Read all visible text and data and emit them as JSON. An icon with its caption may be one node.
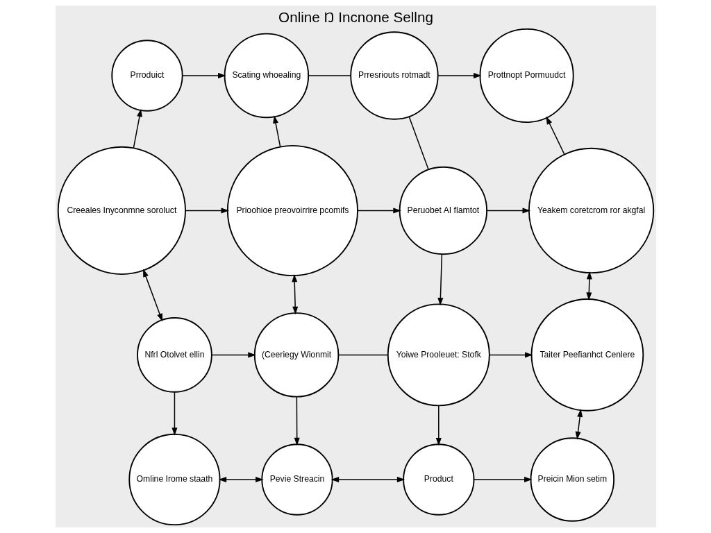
{
  "diagram": {
    "title": "Online Ŋ Incnone Sellng",
    "nodes": [
      {
        "text": [
          "Prroduict"
        ]
      },
      {
        "text": [
          "Scating whoealing"
        ]
      },
      {
        "text": [
          "Prresriouts rotmadt"
        ]
      },
      {
        "text": [
          "Prottnopt Pormuudct"
        ]
      },
      {
        "text": [
          "Creeales Inyconmne soroluct"
        ]
      },
      {
        "text": [
          "Prioohioe preovoirrire pcomifs"
        ]
      },
      {
        "text": [
          "Peruobet AI flamtot"
        ]
      },
      {
        "text": [
          "Yeakem coretcrom ror akgfal"
        ]
      },
      {
        "text": [
          "Nfrl Otolvet ellin"
        ]
      },
      {
        "text": [
          "(Ceeriegy Wionmit"
        ]
      },
      {
        "text": [
          "Yoiwe Prooleuet: Stofk"
        ]
      },
      {
        "text": [
          "Taiter Peefianhct Cenlere"
        ]
      },
      {
        "text": [
          "Omline Irome staath"
        ]
      },
      {
        "text": [
          "Pevie Streacin"
        ]
      },
      {
        "text": [
          "Product"
        ]
      },
      {
        "text": [
          "Preicin Mion setim"
        ]
      }
    ],
    "edges": [
      {
        "from": 0,
        "to": 1,
        "arrow": "to"
      },
      {
        "from": 1,
        "to": 2,
        "arrow": "none"
      },
      {
        "from": 2,
        "to": 3,
        "arrow": "to"
      },
      {
        "from": 4,
        "to": 0,
        "arrow": "to"
      },
      {
        "from": 5,
        "to": 1,
        "arrow": "to"
      },
      {
        "from": 6,
        "to": 2,
        "arrow": "none"
      },
      {
        "from": 7,
        "to": 3,
        "arrow": "to"
      },
      {
        "from": 4,
        "to": 5,
        "arrow": "to"
      },
      {
        "from": 5,
        "to": 6,
        "arrow": "to"
      },
      {
        "from": 6,
        "to": 7,
        "arrow": "to"
      },
      {
        "from": 4,
        "to": 8,
        "arrow": "both"
      },
      {
        "from": 5,
        "to": 9,
        "arrow": "both"
      },
      {
        "from": 6,
        "to": 10,
        "arrow": "to"
      },
      {
        "from": 7,
        "to": 11,
        "arrow": "both"
      },
      {
        "from": 8,
        "to": 9,
        "arrow": "to"
      },
      {
        "from": 9,
        "to": 10,
        "arrow": "none"
      },
      {
        "from": 10,
        "to": 11,
        "arrow": "to"
      },
      {
        "from": 8,
        "to": 12,
        "arrow": "to"
      },
      {
        "from": 9,
        "to": 13,
        "arrow": "to"
      },
      {
        "from": 10,
        "to": 14,
        "arrow": "to"
      },
      {
        "from": 11,
        "to": 15,
        "arrow": "both"
      },
      {
        "from": 12,
        "to": 13,
        "arrow": "both"
      },
      {
        "from": 13,
        "to": 14,
        "arrow": "both"
      },
      {
        "from": 14,
        "to": 15,
        "arrow": "to"
      }
    ]
  }
}
